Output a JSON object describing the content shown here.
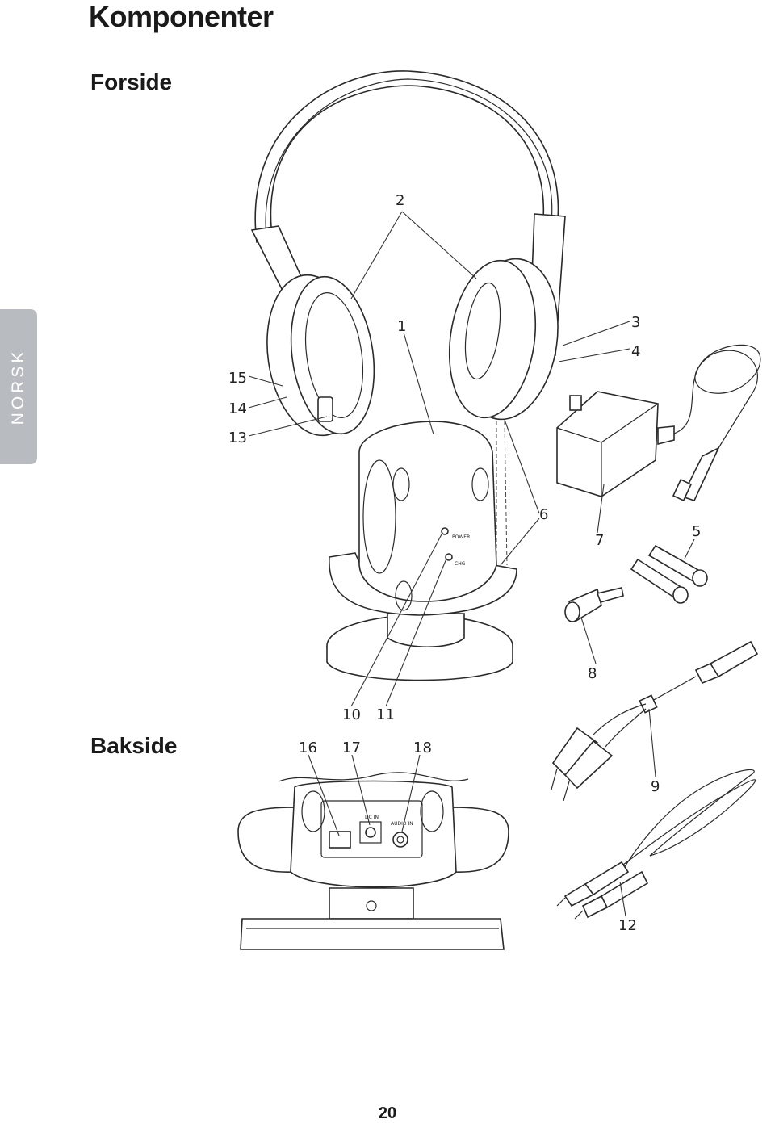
{
  "page": {
    "title": "Komponenter",
    "section_front": "Forside",
    "section_back": "Bakside",
    "side_tab": "NORSK",
    "page_number": "20"
  },
  "callouts": {
    "c1": "1",
    "c2": "2",
    "c3": "3",
    "c4": "4",
    "c5": "5",
    "c6": "6",
    "c7": "7",
    "c8": "8",
    "c9": "9",
    "c10": "10",
    "c11": "11",
    "c12": "12",
    "c13": "13",
    "c14": "14",
    "c15": "15",
    "c16": "16",
    "c17": "17",
    "c18": "18"
  },
  "device_labels": {
    "power": "POWER",
    "chg": "CHG",
    "dc_in": "DC IN",
    "audio_in": "AUDIO IN"
  }
}
